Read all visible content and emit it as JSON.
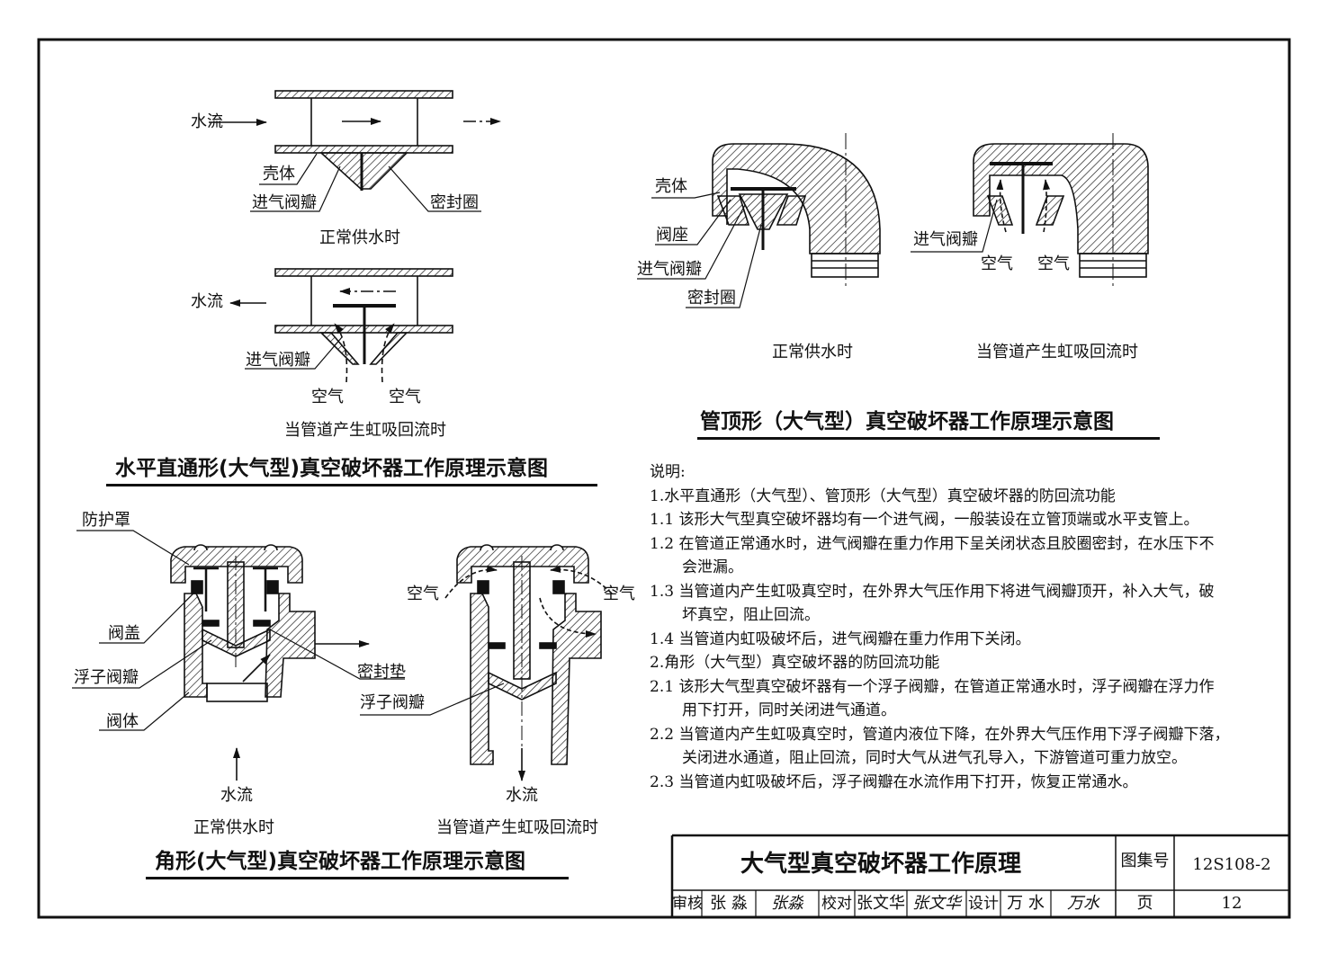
{
  "diagram_horizontal": {
    "title": "水平直通形(大气型)真空破坏器工作原理示意图",
    "normal": {
      "caption": "正常供水时",
      "labels": {
        "water_flow": "水流",
        "shell": "壳体",
        "air_valve": "进气阀瓣",
        "seal": "密封圈"
      }
    },
    "siphon": {
      "caption": "当管道产生虹吸回流时",
      "labels": {
        "water_flow": "水流",
        "air_valve": "进气阀瓣",
        "air_left": "空气",
        "air_right": "空气"
      }
    }
  },
  "diagram_pipe_top": {
    "title": "管顶形（大气型）真空破坏器工作原理示意图",
    "normal": {
      "caption": "正常供水时",
      "labels": {
        "shell": "壳体",
        "valve_seat": "阀座",
        "air_valve": "进气阀瓣",
        "seal": "密封圈"
      }
    },
    "siphon": {
      "caption": "当管道产生虹吸回流时",
      "labels": {
        "air_valve": "进气阀瓣",
        "air_left": "空气",
        "air_right": "空气"
      }
    }
  },
  "diagram_angle": {
    "title": "角形(大气型)真空破坏器工作原理示意图",
    "normal": {
      "caption": "正常供水时",
      "labels": {
        "cover": "防护罩",
        "bonnet": "阀盖",
        "float_valve": "浮子阀瓣",
        "body": "阀体",
        "gasket": "密封垫",
        "water_flow": "水流"
      }
    },
    "siphon": {
      "caption": "当管道产生虹吸回流时",
      "labels": {
        "float_valve": "浮子阀瓣",
        "air_left": "空气",
        "air_right": "空气",
        "water_flow": "水流"
      }
    }
  },
  "notes": {
    "heading": "说明:",
    "lines": [
      {
        "text": "1.水平直通形（大气型）、管顶形（大气型）真空破坏器的防回流功能",
        "indent": false
      },
      {
        "text": "1.1 该形大气型真空破坏器均有一个进气阀，一般装设在立管顶端或水平支管上。",
        "indent": false
      },
      {
        "text": "1.2 在管道正常通水时，进气阀瓣在重力作用下呈关闭状态且胶圈密封，在水压下不",
        "indent": false
      },
      {
        "text": "会泄漏。",
        "indent": true
      },
      {
        "text": "1.3 当管道内产生虹吸真空时，在外界大气压作用下将进气阀瓣顶开，补入大气，破",
        "indent": false
      },
      {
        "text": "坏真空，阻止回流。",
        "indent": true
      },
      {
        "text": "1.4 当管道内虹吸破坏后，进气阀瓣在重力作用下关闭。",
        "indent": false
      },
      {
        "text": "2.角形（大气型）真空破坏器的防回流功能",
        "indent": false
      },
      {
        "text": "2.1 该形大气型真空破坏器有一个浮子阀瓣，在管道正常通水时，浮子阀瓣在浮力作",
        "indent": false
      },
      {
        "text": "用下打开，同时关闭进气通道。",
        "indent": true
      },
      {
        "text": "2.2 当管道内产生虹吸真空时，管道内液位下降，在外界大气压作用下浮子阀瓣下落，",
        "indent": false
      },
      {
        "text": "关闭进水通道，阻止回流，同时大气从进气孔导入，下游管道可重力放空。",
        "indent": true
      },
      {
        "text": "2.3 当管道内虹吸破坏后，浮子阀瓣在水流作用下打开，恢复正常通水。",
        "indent": false
      }
    ]
  },
  "title_block": {
    "title": "大气型真空破坏器工作原理",
    "atlas_label": "图集号",
    "atlas_no": "12S108-2",
    "page_label": "页",
    "page_no": "12",
    "review_label": "审核",
    "reviewer": "张 淼",
    "reviewer_sig": "张淼",
    "check_label": "校对",
    "checker": "张文华",
    "checker_sig": "张文华",
    "design_label": "设计",
    "designer": "万 水",
    "designer_sig": "万水"
  }
}
